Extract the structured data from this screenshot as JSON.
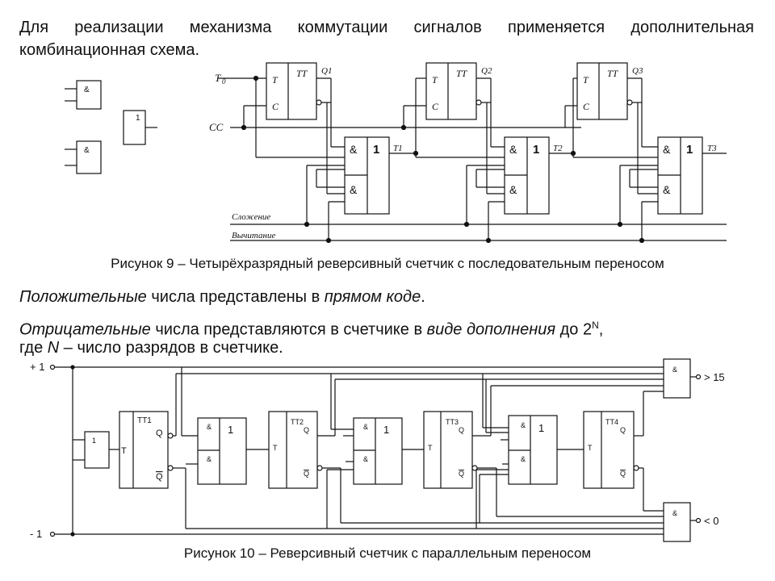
{
  "intro_text": "Для реализации механизма коммутации сигналов применяется дополнительная комбинационная схема.",
  "fig9": {
    "caption": "Рисунок 9 – Четырёхразрядный реверсивный счетчик с последовательным переносом",
    "t0": "T",
    "t0_sub": "0",
    "cc": "CC",
    "addition": "Сложение",
    "subtraction": "Вычитание",
    "t_label": "T",
    "c_label": "C",
    "tt_label": "TT",
    "and_label": "&",
    "or_label": "1",
    "q_labels": [
      "Q1",
      "Q2",
      "Q3"
    ],
    "t_outputs": [
      "T1",
      "T2",
      "T3"
    ]
  },
  "para": {
    "pos_italic": "Положительные",
    "pos_text": " числа представлены в ",
    "pos_italic2": "прямом коде",
    "pos_end": ".",
    "neg_italic": "Отрицательные",
    "neg_text": " числа представляются в счетчике в ",
    "neg_italic2": "виде дополнения",
    "neg_text2": " до 2",
    "neg_sup": "N",
    "neg_end": ",",
    "where_text": "где ",
    "where_n": "N",
    "where_end": " – число разрядов в счетчике."
  },
  "fig10": {
    "caption": "Рисунок 10 – Реверсивный счетчик с параллельным переносом",
    "plus_one": "+ 1",
    "minus_one": "- 1",
    "gt15": "> 15",
    "lt0": "< 0",
    "tt_names": [
      "TT1",
      "TT2",
      "TT3",
      "TT4"
    ],
    "t_label": "T",
    "q_label": "Q",
    "and_label": "&",
    "or_label": "1"
  }
}
